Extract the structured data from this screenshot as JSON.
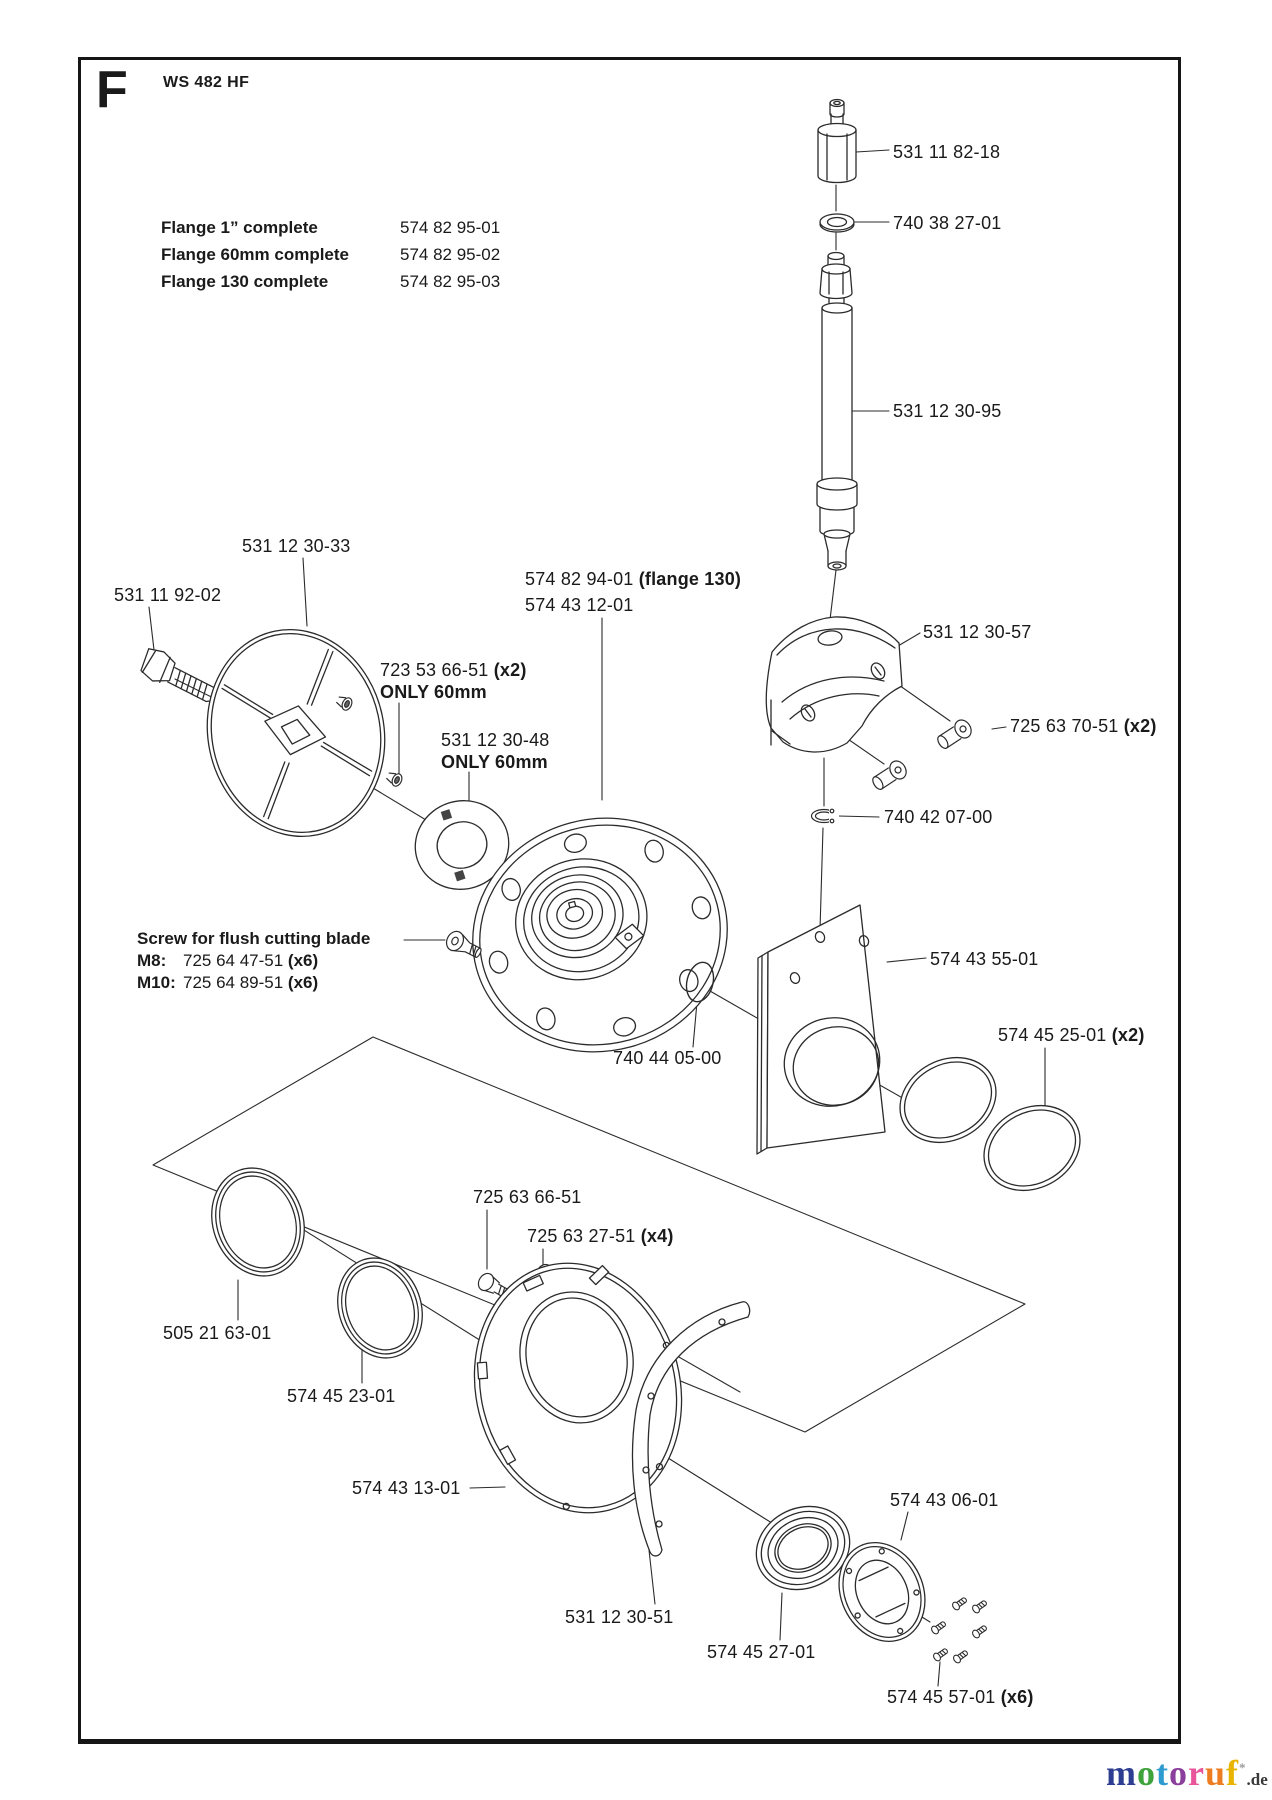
{
  "page": {
    "section_letter": "F",
    "model": "WS 482 HF"
  },
  "flange_table": [
    {
      "name": "Flange 1” complete",
      "number": "574 82 95-01"
    },
    {
      "name": "Flange 60mm complete",
      "number": "574 82 95-02"
    },
    {
      "name": "Flange 130 complete",
      "number": "574 82 95-03"
    }
  ],
  "parts": {
    "p1": {
      "num": "531 11 82-18"
    },
    "p2": {
      "num": "740 38 27-01"
    },
    "p3": {
      "num": "531 12 30-95"
    },
    "p4": {
      "num": "531 12 30-33"
    },
    "p5": {
      "num": "531 11 92-02"
    },
    "p6a": {
      "num": "574 82 94-01 ",
      "qty": "(flange 130)"
    },
    "p6b": {
      "num": "574 43 12-01"
    },
    "p7": {
      "num": "723 53 66-51 ",
      "qty": "(x2)",
      "note": "ONLY 60mm"
    },
    "p8": {
      "num": "531 12 30-48",
      "note": "ONLY 60mm"
    },
    "p9": {
      "num": "531 12 30-57"
    },
    "p10": {
      "num": "725 63 70-51 ",
      "qty": "(x2)"
    },
    "p11": {
      "num": "740 42 07-00"
    },
    "p12": {
      "num": "574 43 55-01"
    },
    "p13": {
      "num": "574 45 25-01 ",
      "qty": "(x2)"
    },
    "p14": {
      "num": "740 44 05-00"
    },
    "p15": {
      "num": "725 63 66-51"
    },
    "p16": {
      "num": "725 63 27-51 ",
      "qty": "(x4)"
    },
    "p17": {
      "num": "505 21 63-01"
    },
    "p18": {
      "num": "574 45 23-01"
    },
    "p19": {
      "num": "574 43 13-01"
    },
    "p20": {
      "num": "531 12 30-51"
    },
    "p21": {
      "num": "574 43 06-01"
    },
    "p22": {
      "num": "574 45 27-01"
    },
    "p23": {
      "num": "574 45 57-01 ",
      "qty": "(x6)"
    }
  },
  "screw_note": {
    "title": "Screw for flush cutting blade",
    "rows": [
      {
        "size": "M8:",
        "number": "725 64 47-51 ",
        "qty": "(x6)"
      },
      {
        "size": "M10:",
        "number": "725 64 89-51 ",
        "qty": "(x6)"
      }
    ]
  },
  "watermark": {
    "letters": [
      {
        "ch": "m",
        "color": "#2D3E92"
      },
      {
        "ch": "o",
        "color": "#3FA33C"
      },
      {
        "ch": "t",
        "color": "#2E9BD0"
      },
      {
        "ch": "o",
        "color": "#8A3F9C"
      },
      {
        "ch": "r",
        "color": "#E8559B"
      },
      {
        "ch": "u",
        "color": "#EE7D21"
      },
      {
        "ch": "f",
        "color": "#E8B400"
      }
    ],
    "mark": "*",
    "suffix": ".de",
    "suffix_color": "#3a3a3a",
    "line_color": "#2b2b2b"
  }
}
